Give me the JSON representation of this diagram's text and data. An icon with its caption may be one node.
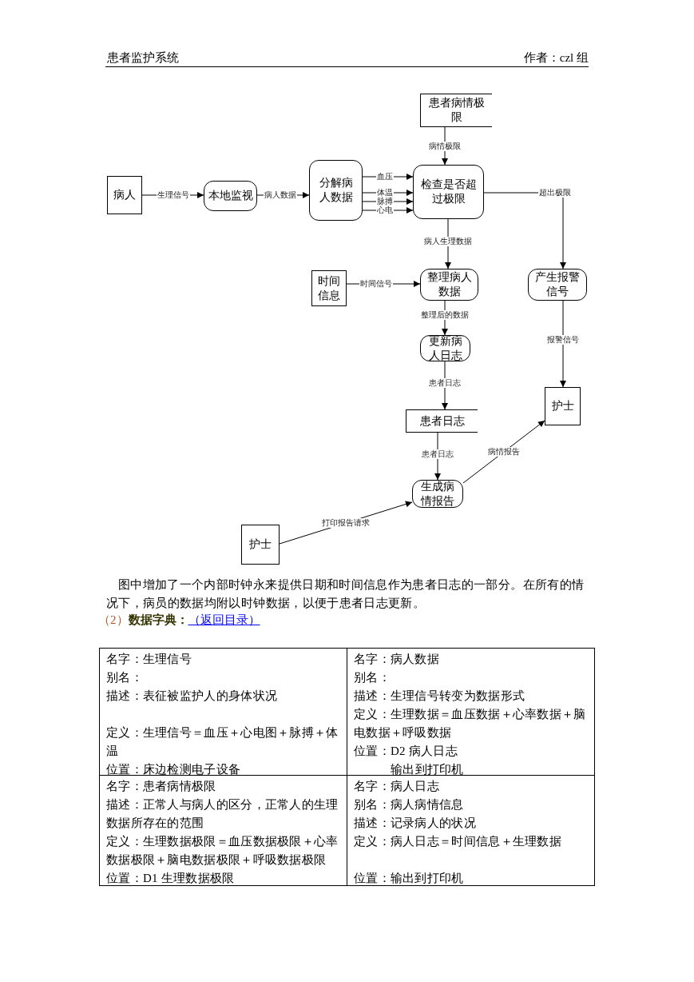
{
  "diagram": {
    "nodes": [
      {
        "text": [
          "病人"
        ]
      },
      {
        "text": [
          "本地监视"
        ]
      },
      {
        "text": [
          "分解病人数据"
        ]
      },
      {
        "text": [
          "患者病情极限"
        ]
      },
      {
        "text": [
          "检查是否超过极限"
        ]
      },
      {
        "text": [
          "时间信息"
        ]
      },
      {
        "text": [
          "整理病人数据"
        ]
      },
      {
        "text": [
          "产生报警信号"
        ]
      },
      {
        "text": [
          "更新病人日志"
        ]
      },
      {
        "text": [
          "患者日志"
        ]
      },
      {
        "text": [
          "护士"
        ]
      },
      {
        "text": [
          "生成病情报告"
        ]
      },
      {
        "text": [
          "护士"
        ]
      }
    ],
    "edges": [
      {
        "from": 0,
        "to": 1,
        "arrow": "to",
        "label": "生理信号"
      },
      {
        "from": 1,
        "to": 2,
        "arrow": "to",
        "label": "病人数据"
      },
      {
        "from": 2,
        "to": 4,
        "arrow": "to",
        "label": "血压"
      },
      {
        "from": 2,
        "to": 4,
        "arrow": "to",
        "label": "体温"
      },
      {
        "from": 2,
        "to": 4,
        "arrow": "to",
        "label": "脉搏"
      },
      {
        "from": 2,
        "to": 4,
        "arrow": "to",
        "label": "心电"
      },
      {
        "from": 3,
        "to": 4,
        "arrow": "to",
        "label": "病情极限"
      },
      {
        "from": 4,
        "to": 7,
        "arrow": "to",
        "label": "超出极限"
      },
      {
        "from": 4,
        "to": 6,
        "arrow": "to",
        "label": "病人生理数据"
      },
      {
        "from": 5,
        "to": 6,
        "arrow": "to",
        "label": "时间信号"
      },
      {
        "from": 6,
        "to": 8,
        "arrow": "to",
        "label": "整理后的数据"
      },
      {
        "from": 8,
        "to": 9,
        "arrow": "to",
        "label": "患者日志"
      },
      {
        "from": 7,
        "to": 10,
        "arrow": "to",
        "label": "报警信号"
      },
      {
        "from": 9,
        "to": 11,
        "arrow": "to",
        "label": "患者日志"
      },
      {
        "from": 11,
        "to": 10,
        "arrow": "to",
        "label": "病情报告"
      },
      {
        "from": 12,
        "to": 11,
        "arrow": "to",
        "label": "打印报告请求"
      }
    ],
    "labels": [
      "患者监护系统",
      "作者：czl 组",
      "图中增加了一个内部时钟永来提供日期和时间信息作为患者日志的一部分。在所有的情况下，病员的数据均附以时钟数据，以便于患者日志更新。",
      "（2）**数据字典：**",
      "（返回目录）",
      "名字：生理信号",
      "别名：",
      "描述：表征被监护人的身体状况",
      "定义：生理信号＝血压＋心电图＋脉搏＋体温",
      "位置：床边检测电子设备",
      "名字：病人数据",
      "别名：",
      "描述：生理信号转变为数据形式",
      "定义：生理数据＝血压数据＋心率数据＋脑电数据＋呼吸数据",
      "位置：D2 病人日志",
      "输出到打印机",
      "名字：患者病情极限",
      "描述：正常人与病人的区分，正常人的生理数据所存在的范围",
      "定义：生理数据极限＝血压数据极限＋心率数据极限＋脑电数据极限＋呼吸数据极限",
      "位置：D1 生理数据极限",
      "名字：病人日志",
      "别名：病人病情信息",
      "描述：记录病人的状况",
      "定义：病人日志＝时间信息＋生理数据",
      "位置：输出到打印机"
    ]
  }
}
